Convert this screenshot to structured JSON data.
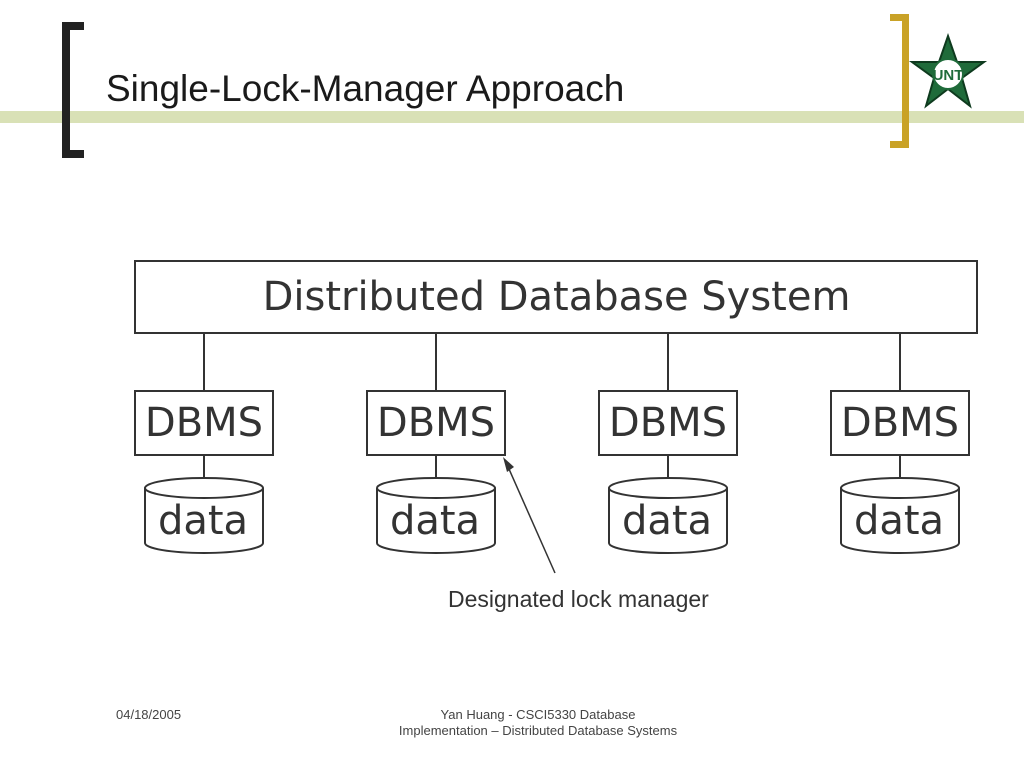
{
  "slide": {
    "title": "Single-Lock-Manager Approach"
  },
  "diagram": {
    "system_label": "Distributed Database System",
    "nodes": [
      {
        "dbms": "DBMS",
        "data": "data"
      },
      {
        "dbms": "DBMS",
        "data": "data"
      },
      {
        "dbms": "DBMS",
        "data": "data"
      },
      {
        "dbms": "DBMS",
        "data": "data"
      }
    ],
    "annotation": "Designated lock manager"
  },
  "footer": {
    "date": "04/18/2005",
    "line1": "Yan Huang - CSCI5330 Database",
    "line2": "Implementation – Distributed Database Systems"
  },
  "logo": {
    "icon": "unt-star-logo-icon",
    "text": "UNT"
  },
  "colors": {
    "accent_band": "#d9e1b6",
    "bracket_left": "#222222",
    "bracket_right": "#c9a227",
    "logo_green": "#1f6b3a"
  }
}
